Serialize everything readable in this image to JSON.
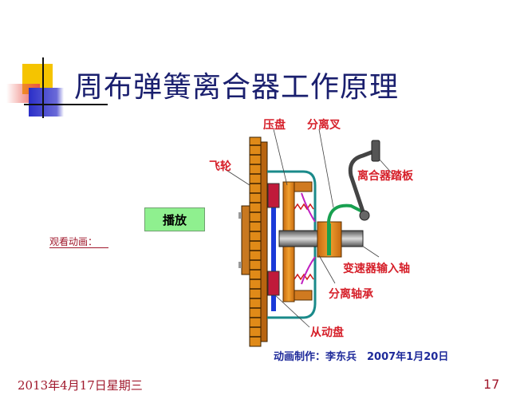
{
  "slide": {
    "title": "周布弹簧离合器工作原理",
    "play_button": "播放",
    "watch_link": "观看动画：",
    "credit": "动画制作：李东兵　2007年1月20日",
    "footer_date": "2013年4月17日星期三",
    "page_number": "17"
  },
  "diagram": {
    "labels": {
      "pressure_plate": "压盘",
      "release_fork": "分离叉",
      "flywheel": "飞轮",
      "clutch_pedal": "离合器踏板",
      "input_shaft": "变速器输入轴",
      "release_bearing": "分离轴承",
      "driven_disc": "从动盘"
    }
  },
  "colors": {
    "title": "#1a1f6e",
    "label": "#d6202a",
    "credit": "#1e2a9a",
    "footer": "#a0182c",
    "button": "#8ff08f"
  }
}
